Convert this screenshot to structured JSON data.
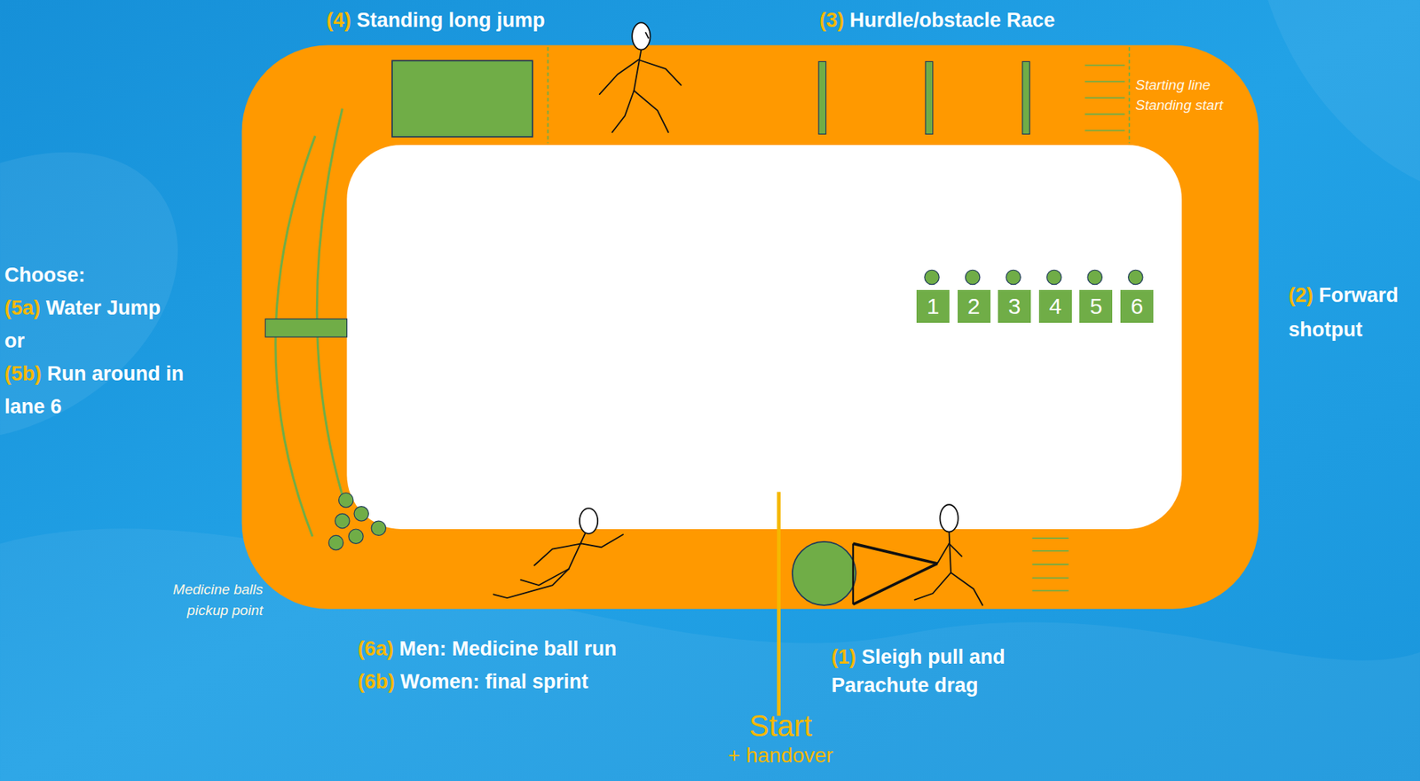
{
  "diagram": {
    "nodes": [
      {
        "text": [
          "1"
        ]
      },
      {
        "text": [
          "2"
        ]
      },
      {
        "text": [
          "3"
        ]
      },
      {
        "text": [
          "4"
        ]
      },
      {
        "text": [
          "5"
        ]
      },
      {
        "text": [
          "6"
        ]
      }
    ],
    "labels": [
      "(4)",
      "Standing long jump",
      "(3)",
      "Hurdle/obstacle Race",
      "Starting line",
      "Standing start",
      "Choose:",
      "(5a)",
      "Water Jump",
      "or",
      "(5b)",
      "Run around in lane 6",
      "(2)",
      "Forward shotput",
      "Medicine balls pickup point",
      "(6a)",
      "Men: Medicine ball run",
      "(6b)",
      "Women: final sprint",
      "(1)",
      "Sleigh pull and Parachute drag",
      "Start",
      "+ handover"
    ]
  }
}
